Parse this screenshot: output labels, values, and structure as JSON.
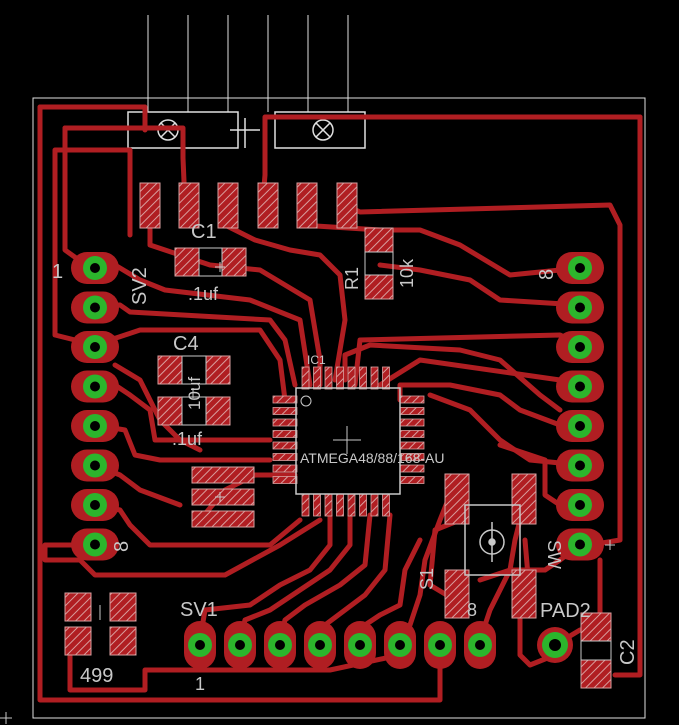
{
  "labels": {
    "sv2": "SV2",
    "sv2_pin1": "1",
    "sv2_pin8": "8",
    "sv3_pin8": "8",
    "sv1": "SV1",
    "sv1_pin1": "1",
    "sv1_pin8": "8",
    "c1": "C1",
    "c1_value": ".1uf",
    "c4": "C4",
    "c3_value": ".1uf",
    "c4_value": "10uf",
    "r1": "R1",
    "r1_value": "10k",
    "ic1": "IC1",
    "ic1_part": "ATMEGA48/88/168-AU",
    "s1": "S1",
    "s1_extra": "SW",
    "pad2": "PAD2",
    "c2": "C2",
    "r2_value": "499"
  },
  "colors": {
    "background": "#000000",
    "trace": "#b01e22",
    "pad": "#b01e22",
    "pad_hatch": "#d9a0a0",
    "via_ring": "#2cb52c",
    "silkscreen": "#c8c8c8",
    "outline": "#e0e0e0"
  }
}
